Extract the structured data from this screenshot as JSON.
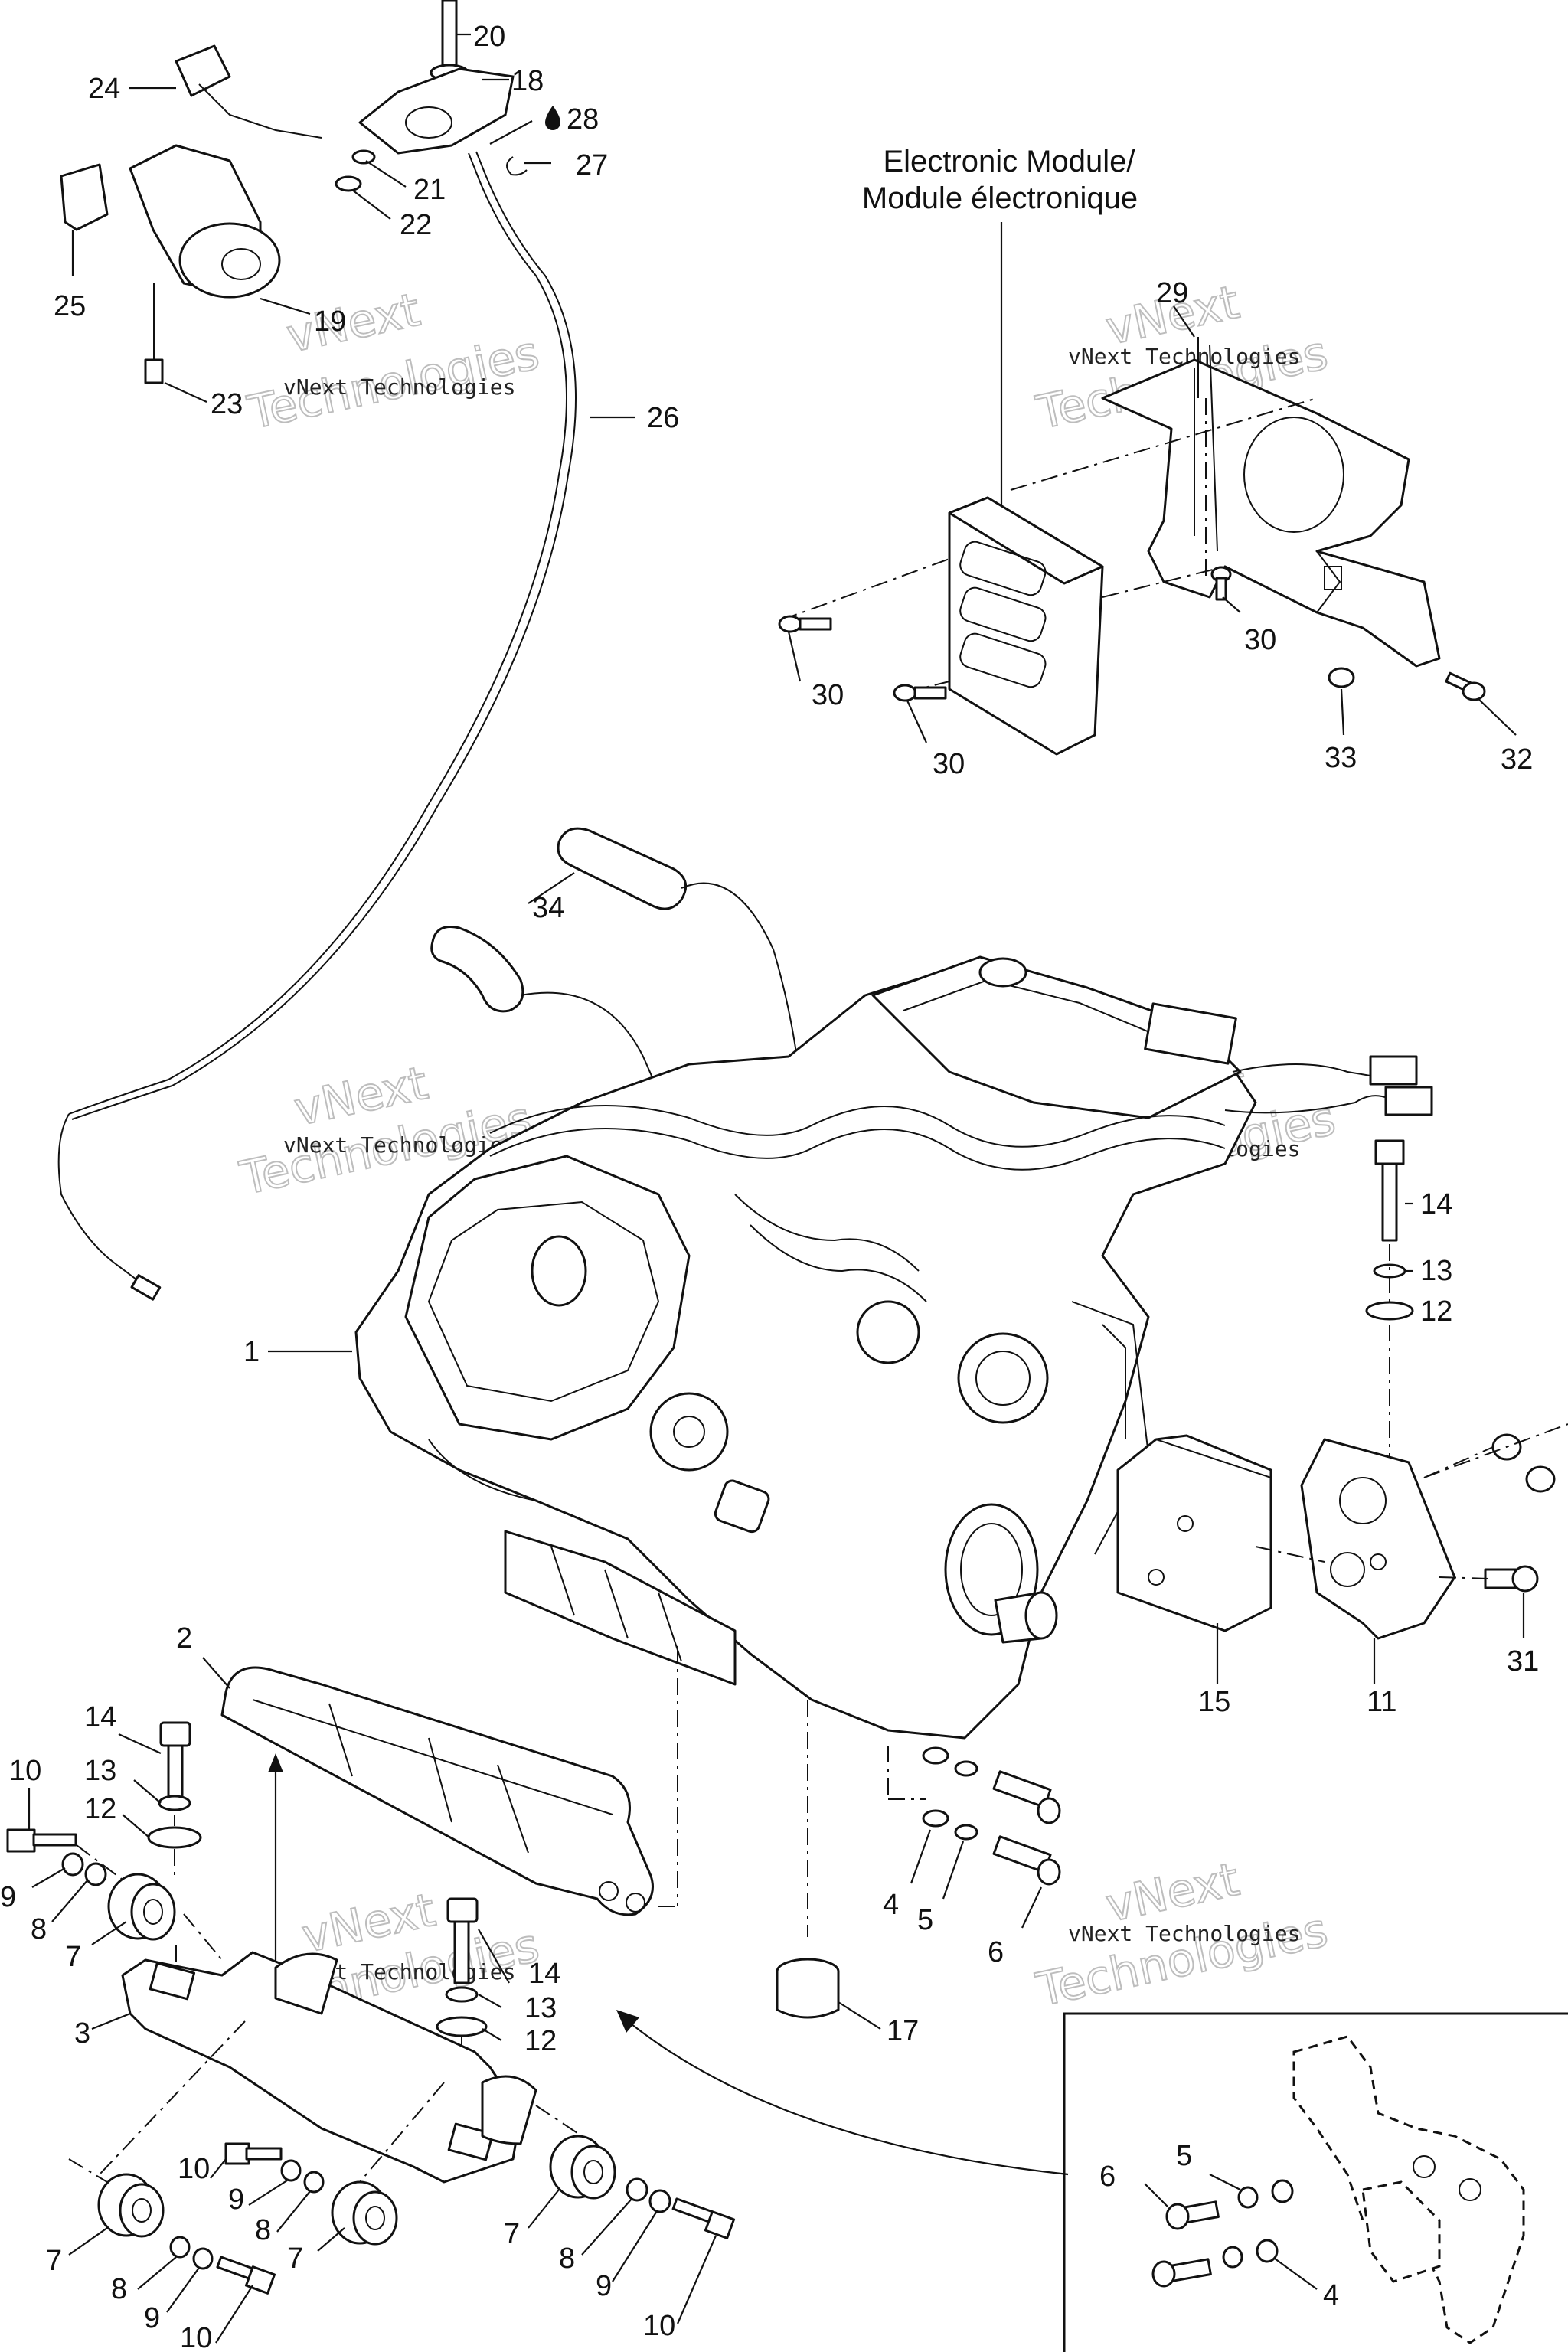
{
  "title": {
    "line1": "Electronic Module/",
    "line2": "Module électronique"
  },
  "watermark": {
    "line1": "vNext Technologies",
    "big_top": "vNext",
    "big_bottom": "Technologies"
  },
  "callouts": {
    "c1": "1",
    "c2": "2",
    "c3": "3",
    "c4a": "4",
    "c4b": "4",
    "c5a": "5",
    "c5b": "5",
    "c6a": "6",
    "c6b": "6",
    "c7a": "7",
    "c7b": "7",
    "c7c": "7",
    "c7d": "7",
    "c8a": "8",
    "c8b": "8",
    "c8c": "8",
    "c8d": "8",
    "c9a": "9",
    "c9b": "9",
    "c9c": "9",
    "c9d": "9",
    "c10a": "10",
    "c10b": "10",
    "c10c": "10",
    "c10d": "10",
    "c11": "11",
    "c12a": "12",
    "c12b": "12",
    "c12c": "12",
    "c13a": "13",
    "c13b": "13",
    "c13c": "13",
    "c14a": "14",
    "c14b": "14",
    "c14c": "14",
    "c15": "15",
    "c17": "17",
    "c18": "18",
    "c19": "19",
    "c20": "20",
    "c21": "21",
    "c22": "22",
    "c23": "23",
    "c24": "24",
    "c25": "25",
    "c26": "26",
    "c27": "27",
    "c28": "28",
    "c29": "29",
    "c30a": "30",
    "c30b": "30",
    "c30c": "30",
    "c31": "31",
    "c32": "32",
    "c33": "33",
    "c34": "34"
  },
  "icons": {
    "c28": "oil-drop-icon"
  }
}
